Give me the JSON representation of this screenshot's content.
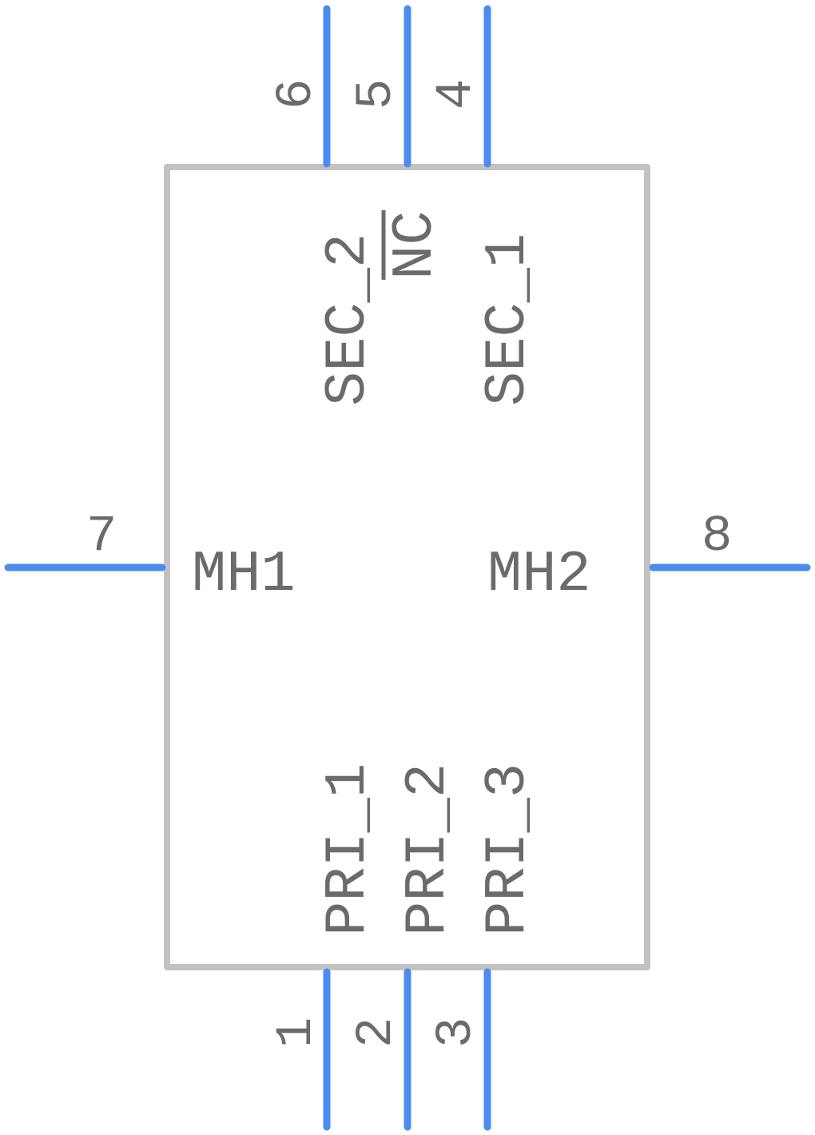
{
  "colors": {
    "body_outline": "#c2c2c2",
    "pin_line": "#4a8cf0",
    "text": "#6b6b6b",
    "background": "#ffffff"
  },
  "component": {
    "top_pins": [
      {
        "number": "6",
        "name": "SEC_2"
      },
      {
        "number": "5",
        "name": "NC",
        "name_overbar": true
      },
      {
        "number": "4",
        "name": "SEC_1"
      }
    ],
    "bottom_pins": [
      {
        "number": "1",
        "name": "PRI_1"
      },
      {
        "number": "2",
        "name": "PRI_2"
      },
      {
        "number": "3",
        "name": "PRI_3"
      }
    ],
    "left_pins": [
      {
        "number": "7",
        "name": "MH1"
      }
    ],
    "right_pins": [
      {
        "number": "8",
        "name": "MH2"
      }
    ]
  }
}
